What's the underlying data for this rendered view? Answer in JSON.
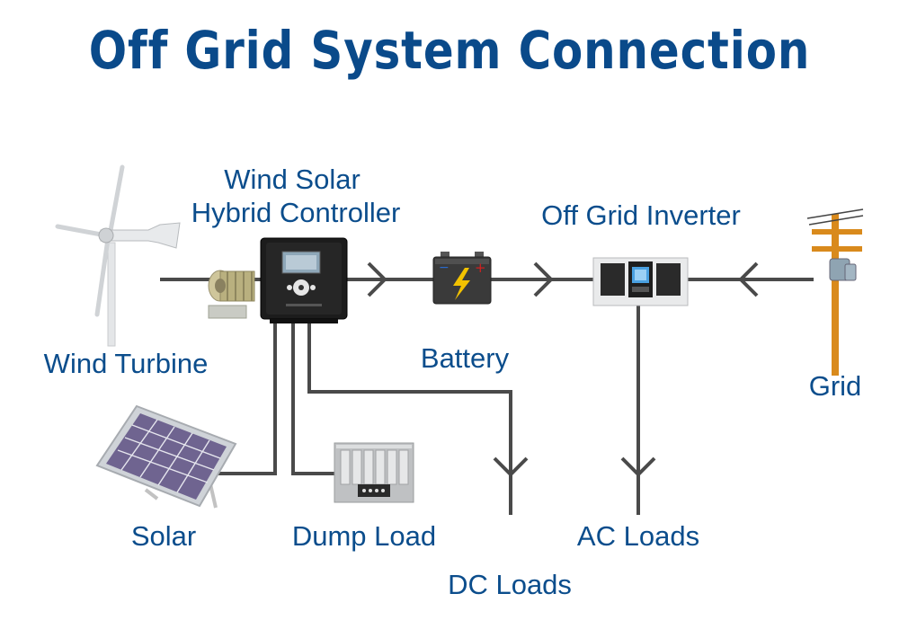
{
  "title": "Off Grid System Connection",
  "labels": {
    "controller_line1": "Wind Solar",
    "controller_line2": "Hybrid Controller",
    "inverter": "Off Grid Inverter",
    "wind_turbine": "Wind Turbine",
    "battery": "Battery",
    "grid": "Grid",
    "solar": "Solar",
    "dump_load": "Dump Load",
    "dc_loads": "DC Loads",
    "ac_loads": "AC Loads"
  },
  "colors": {
    "title": "#0a4a8a",
    "label": "#0b4d8c",
    "wire": "#4a4a4a",
    "battery_body": "#3a3a3a",
    "bolt": "#f2c200",
    "battery_plus": "#d22020",
    "battery_minus": "#2a6bd0",
    "grid_pole": "#d98a1c"
  },
  "icons": [
    "wind-turbine-icon",
    "dump-resistor-icon",
    "controller-icon",
    "battery-icon",
    "inverter-icon",
    "grid-pole-icon",
    "solar-panel-icon",
    "dump-load-icon"
  ]
}
